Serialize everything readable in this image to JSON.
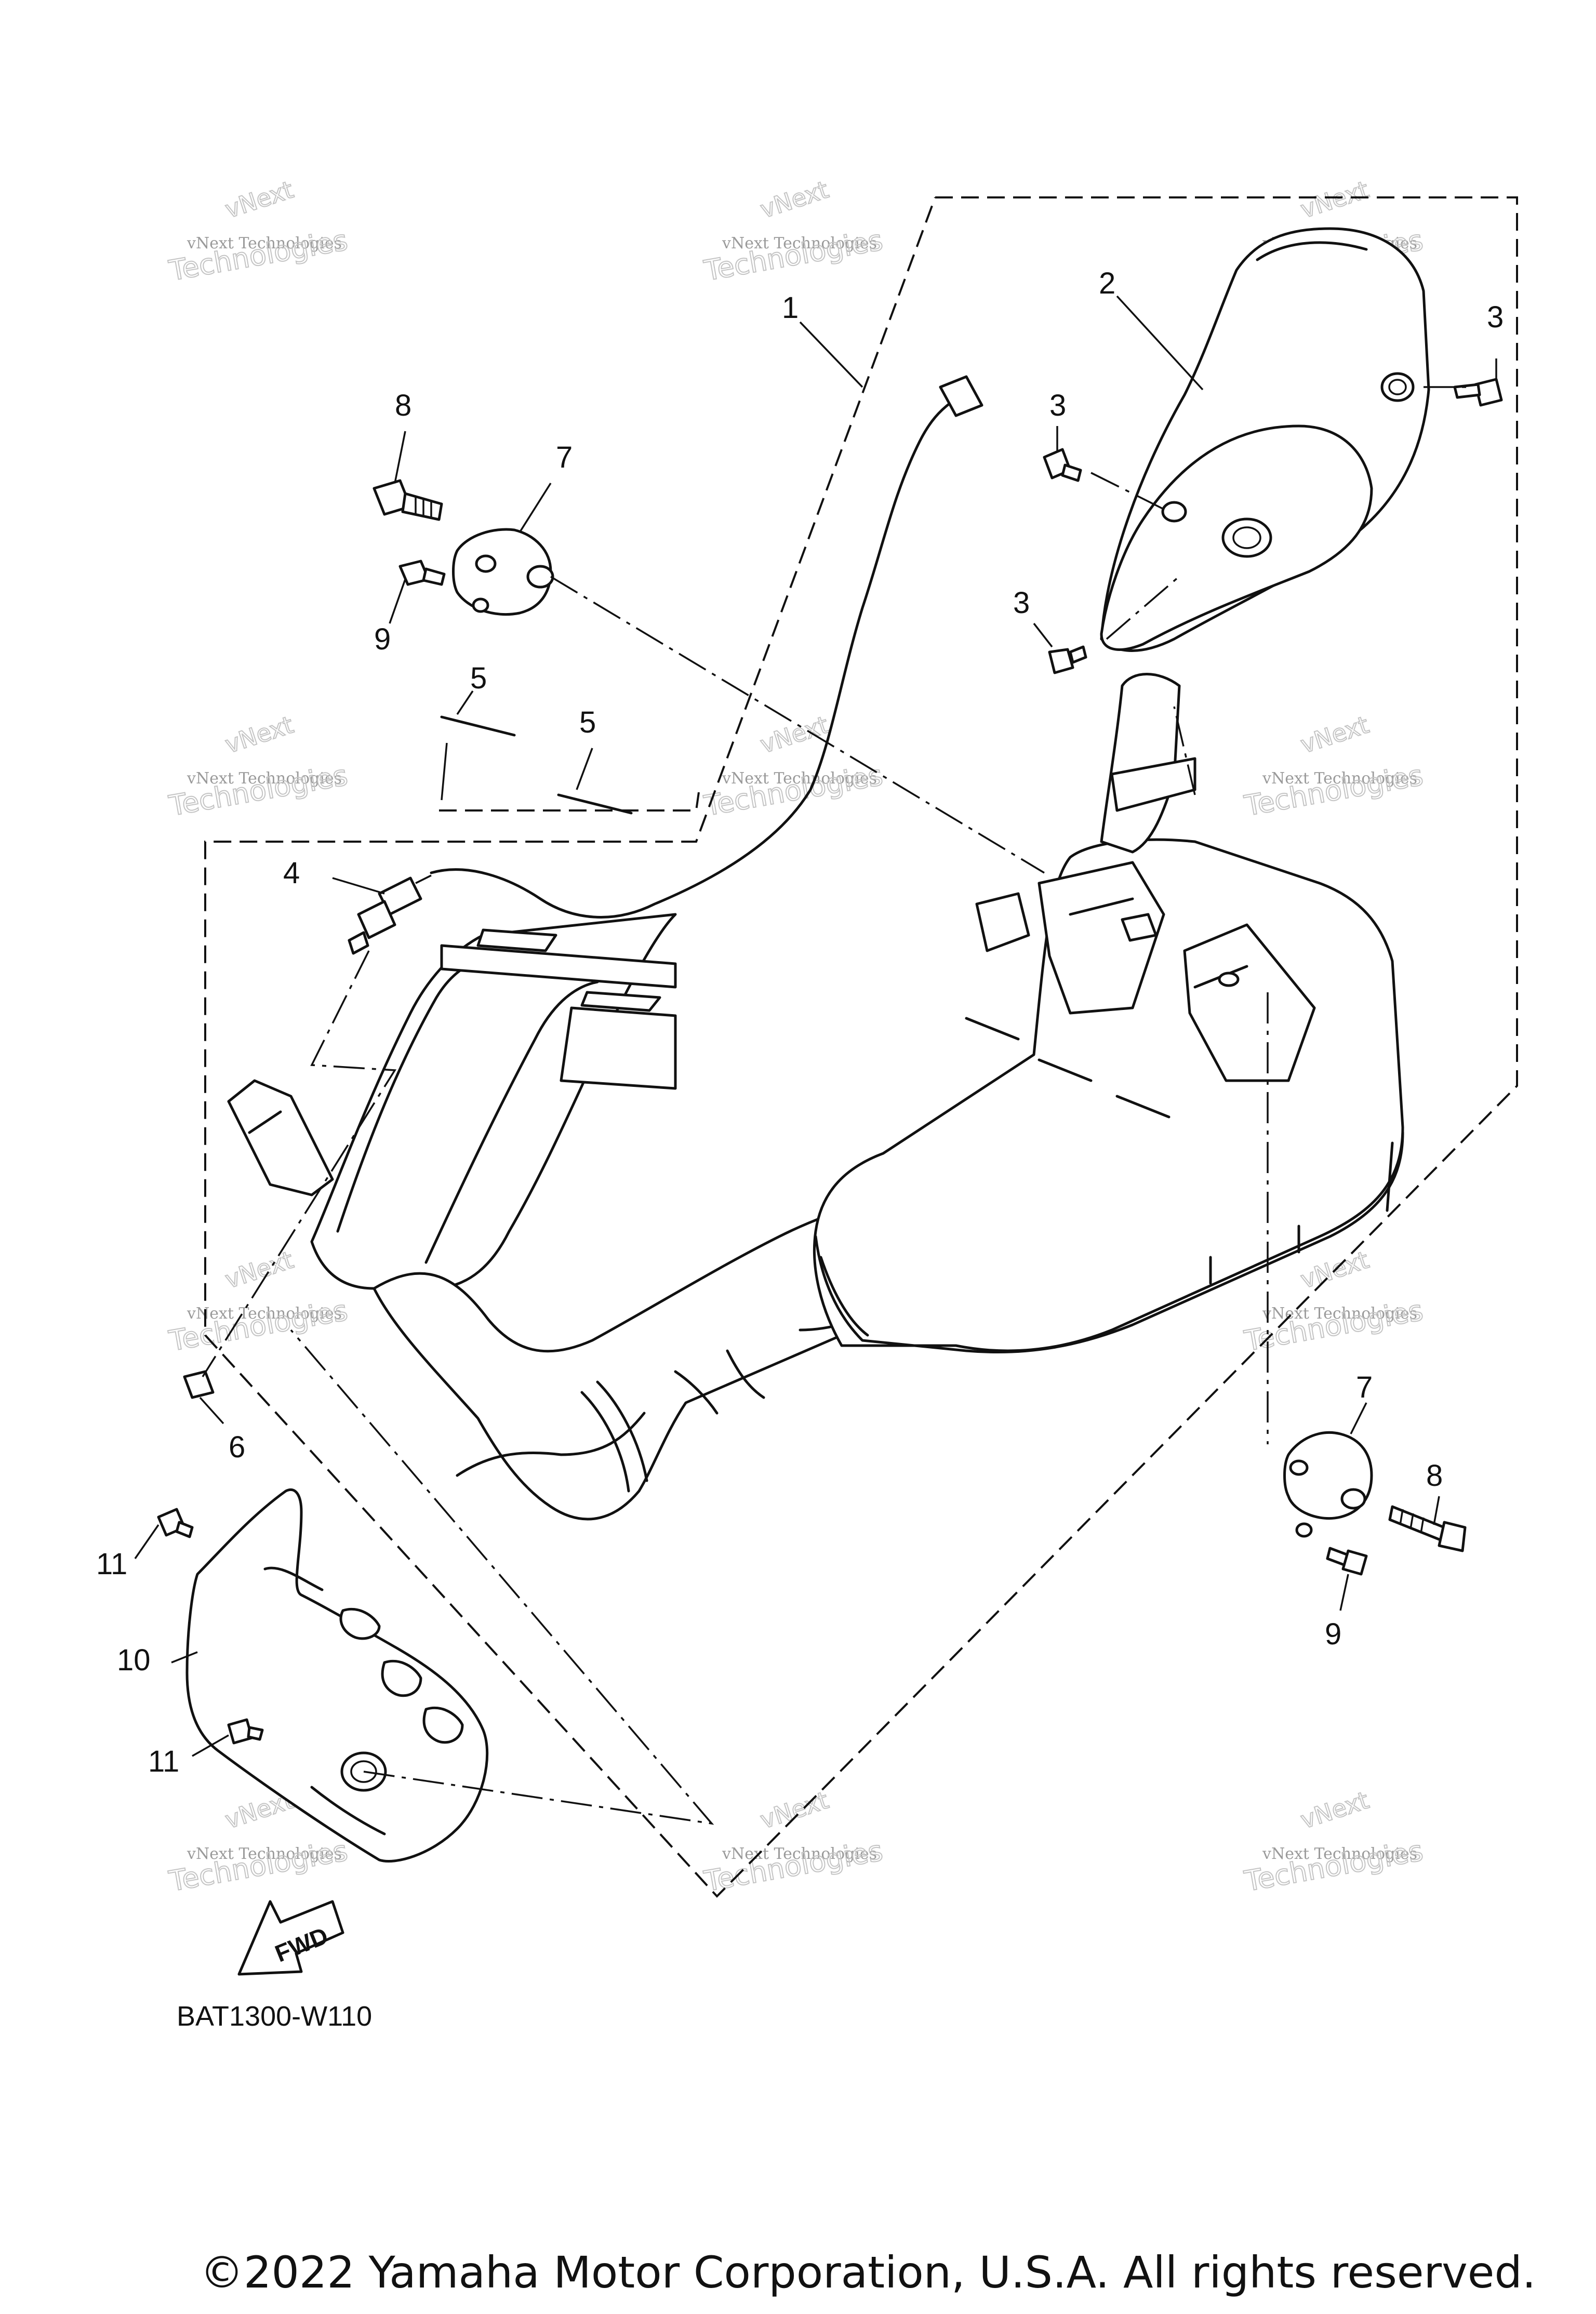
{
  "diagram": {
    "callouts": [
      {
        "id": "c1",
        "label": "1"
      },
      {
        "id": "c2",
        "label": "2"
      },
      {
        "id": "c3a",
        "label": "3"
      },
      {
        "id": "c3b",
        "label": "3"
      },
      {
        "id": "c3c",
        "label": "3"
      },
      {
        "id": "c4",
        "label": "4"
      },
      {
        "id": "c5a",
        "label": "5"
      },
      {
        "id": "c5b",
        "label": "5"
      },
      {
        "id": "c6",
        "label": "6"
      },
      {
        "id": "c7a",
        "label": "7"
      },
      {
        "id": "c7b",
        "label": "7"
      },
      {
        "id": "c8a",
        "label": "8"
      },
      {
        "id": "c8b",
        "label": "8"
      },
      {
        "id": "c9a",
        "label": "9"
      },
      {
        "id": "c9b",
        "label": "9"
      },
      {
        "id": "c10",
        "label": "10"
      },
      {
        "id": "c11a",
        "label": "11"
      },
      {
        "id": "c11b",
        "label": "11"
      }
    ],
    "fwd_label": "FWD",
    "diagram_code": "BAT1300-W110",
    "copyright": "©2022 Yamaha Motor Corporation, U.S.A. All rights reserved.",
    "watermark": {
      "line1": "vNext Technologies",
      "arc": "vNext",
      "big": "Technologies"
    }
  }
}
